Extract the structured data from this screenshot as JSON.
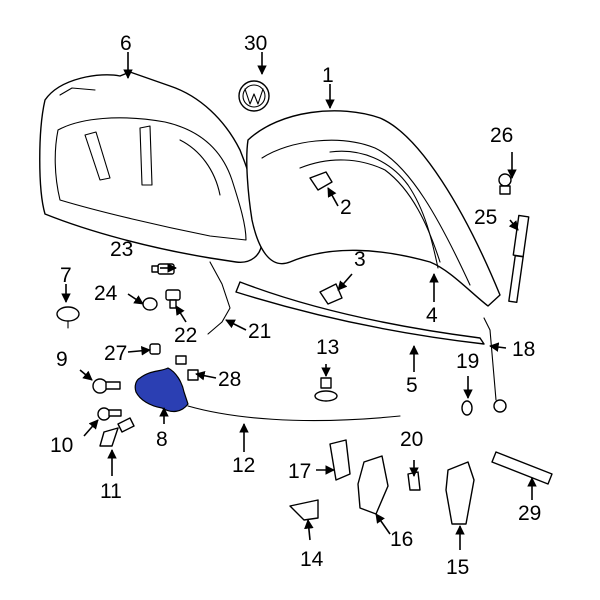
{
  "highlight_color": "#2b3fb3",
  "highlighted_part": "8",
  "callouts": {
    "c1": "1",
    "c2": "2",
    "c3": "3",
    "c4": "4",
    "c5": "5",
    "c6": "6",
    "c7": "7",
    "c8": "8",
    "c9": "9",
    "c10": "10",
    "c11": "11",
    "c12": "12",
    "c13": "13",
    "c14": "14",
    "c15": "15",
    "c16": "16",
    "c17": "17",
    "c18": "18",
    "c19": "19",
    "c20": "20",
    "c21": "21",
    "c22": "22",
    "c23": "23",
    "c24": "24",
    "c25": "25",
    "c26": "26",
    "c27": "27",
    "c28": "28",
    "c29": "29",
    "c30": "30"
  }
}
